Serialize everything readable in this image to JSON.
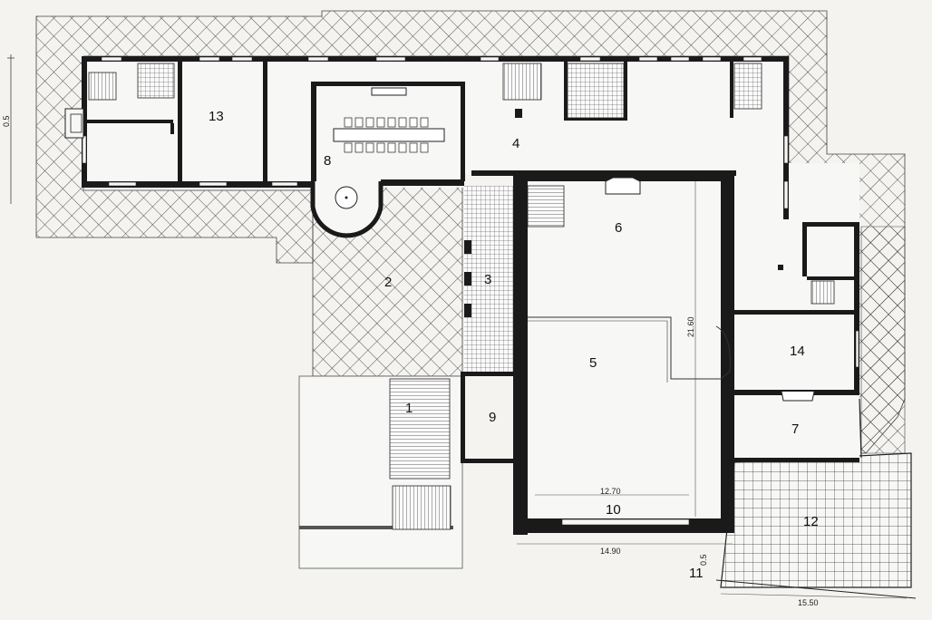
{
  "figure": {
    "colors": {
      "wall": "#1a1a1a",
      "floor": "#f7f7f5",
      "hatch": "#2c2c2c",
      "paper": "#f4f3f0",
      "line": "#333333"
    },
    "rooms": [
      {
        "id": "1",
        "label": "1"
      },
      {
        "id": "2",
        "label": "2"
      },
      {
        "id": "3",
        "label": "3"
      },
      {
        "id": "4",
        "label": "4"
      },
      {
        "id": "5",
        "label": "5"
      },
      {
        "id": "6",
        "label": "6"
      },
      {
        "id": "7",
        "label": "7"
      },
      {
        "id": "8",
        "label": "8"
      },
      {
        "id": "9",
        "label": "9"
      },
      {
        "id": "10",
        "label": "10"
      },
      {
        "id": "11",
        "label": "11"
      },
      {
        "id": "12",
        "label": "12"
      },
      {
        "id": "13",
        "label": "13"
      },
      {
        "id": "14",
        "label": "14"
      }
    ],
    "dimensions": {
      "hall_width": "12.70",
      "hall_length": "21.60",
      "outer_width": "14.90",
      "terrace_width": "15.50",
      "small_dim_1": "0.5",
      "small_dim_2": "0.5"
    }
  }
}
